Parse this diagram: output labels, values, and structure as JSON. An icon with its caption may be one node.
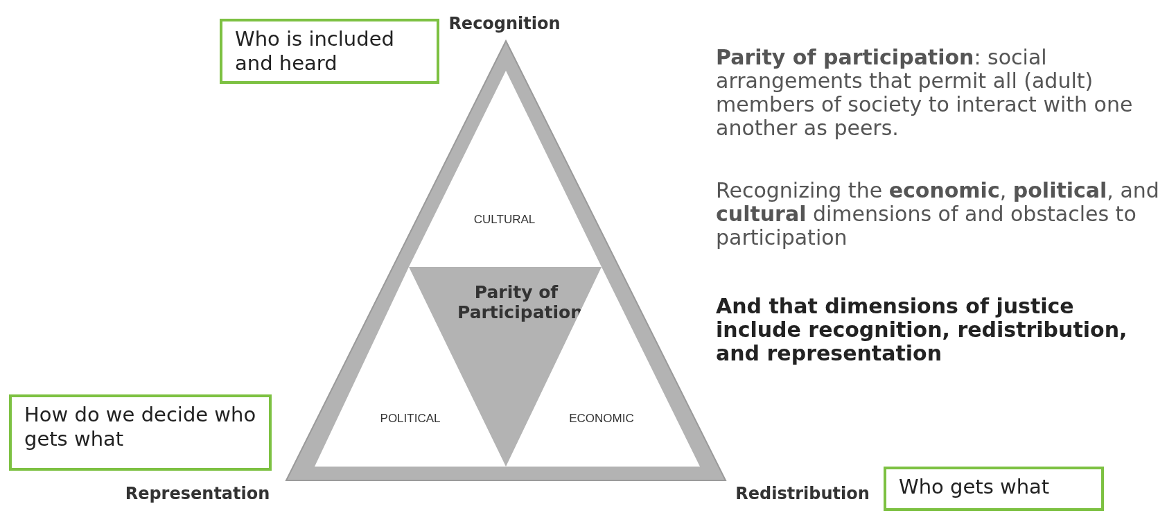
{
  "diagram": {
    "nodes": [
      {
        "text": [
          "Who is included and heard"
        ]
      },
      {
        "text": [
          "CULTURAL"
        ]
      },
      {
        "text": [
          "Parity of Participation"
        ]
      },
      {
        "text": [
          "How do we decide who gets what"
        ]
      },
      {
        "text": [
          "POLITICAL"
        ]
      },
      {
        "text": [
          "ECONOMIC"
        ]
      },
      {
        "text": [
          "Who gets what"
        ]
      }
    ],
    "labels": [
      "Recognition",
      "**Parity of participation**: social arrangements that permit all (adult) members of society to interact with one another as peers.",
      "Recognizing the **economic**, **political**, and **cultural** dimensions of and obstacles to participation",
      "And that dimensions of justice include recognition, redistribution, and representation",
      "Representation",
      "Redistribution"
    ]
  }
}
